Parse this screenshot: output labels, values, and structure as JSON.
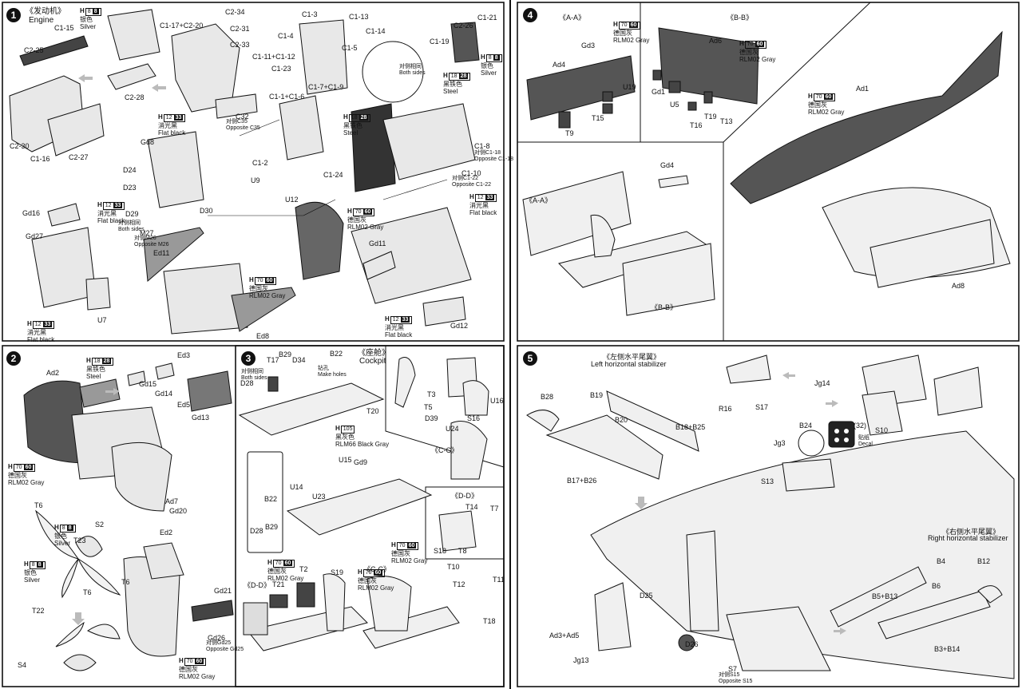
{
  "steps": [
    {
      "num": "1",
      "title_cn": "《发动机》",
      "title_en": "Engine"
    },
    {
      "num": "2"
    },
    {
      "num": "3",
      "title_cn": "《座舱》",
      "title_en": "Cockpit"
    },
    {
      "num": "4"
    },
    {
      "num": "5"
    }
  ],
  "sections": {
    "aa_1": "《A-A》",
    "bb_1": "《B-B》",
    "aa_2": "《A-A》",
    "bb_2": "《B-B》",
    "cc_1": "《C-C》",
    "dd_1": "《D-D》",
    "dd_2": "《D-D》",
    "cc_2": "《C-C》"
  },
  "stabilizers": {
    "left_cn": "《左侧水平尾翼》",
    "left_en": "Left horizontal stabilizer",
    "right_cn": "《右侧水平尾翼》",
    "right_en": "Right horizontal stabilizer"
  },
  "paints": {
    "silver": {
      "h": "H",
      "code": "8",
      "code2": "8",
      "cn": "银色",
      "en": "Silver"
    },
    "flat_black": {
      "h": "H",
      "code": "12",
      "code2": "33",
      "cn": "消光黑",
      "en": "Flat black"
    },
    "steel": {
      "h": "H",
      "code": "18",
      "code2": "28",
      "cn": "黑铁色",
      "en": "Steel"
    },
    "rlm02": {
      "h": "H",
      "code": "70",
      "code2": "60",
      "cn": "德国灰",
      "en": "RLM02 Gray"
    },
    "rlm66": {
      "h": "H",
      "code": "105",
      "code2": "",
      "cn": "黑灰色",
      "en": "RLM66 Black Gray"
    }
  },
  "notes": {
    "both_sides_cn": "对侧相同",
    "both_sides": "Both sides",
    "make_holes_cn": "钻孔",
    "make_holes": "Make holes",
    "decal_cn": "贴纸",
    "decal": "Decal",
    "opposite_c35": "Opposite C35",
    "opposite_c35_cn": "对侧C35",
    "opposite_c1_18": "Opposite C1-18",
    "opposite_c1_18_cn": "对侧C1-18",
    "opposite_c1_22": "Opposite C1-22",
    "opposite_c1_22_cn": "对侧C1-22",
    "opposite_m26": "Opposite M26",
    "opposite_m26_cn": "对侧M26",
    "opposite_gd25": "Opposite Gd25",
    "opposite_gd25_cn": "对侧Gd25",
    "opposite_s15": "Opposite S15",
    "opposite_s15_cn": "对侧S15"
  },
  "parts_1": [
    "C1-15",
    "C2-25",
    "C2-30",
    "C1-16",
    "C2-27",
    "C2-28",
    "C1-17+C2-20",
    "C2-34",
    "C2-31",
    "C2-33",
    "C1-3",
    "C1-13",
    "C1-4",
    "C1-14",
    "C1-11+C1-12",
    "C1-5",
    "C1-23",
    "C1-7+C1-9",
    "C1-19",
    "C2-26",
    "C1-21",
    "C1-1+C1-6",
    "C32",
    "C1-8",
    "C1-2",
    "C1-24",
    "C1-10",
    "U9",
    "U12",
    "Gd8",
    "D24",
    "D23",
    "D29",
    "M27",
    "D30",
    "Gd16",
    "Gd27",
    "Ed11",
    "U7",
    "Ed8",
    "Gd11",
    "Gd12"
  ],
  "parts_2": [
    "Ad2",
    "Ed3",
    "Gd15",
    "Gd14",
    "Ed5",
    "Gd13",
    "Ad7",
    "Gd20",
    "T6",
    "S2",
    "T23",
    "T6",
    "T6",
    "T22",
    "Ed2",
    "Gd21",
    "Gd26",
    "S4"
  ],
  "parts_3": [
    "T17",
    "B29",
    "D34",
    "B22",
    "D28",
    "T20",
    "T3",
    "U16",
    "T5",
    "D39",
    "S16",
    "U24",
    "U15",
    "Gd9",
    "U14",
    "U23",
    "B22",
    "D28",
    "B29",
    "T14",
    "T7",
    "S18",
    "T8",
    "T21",
    "T2",
    "S19",
    "T10",
    "T11",
    "T12",
    "T18"
  ],
  "parts_4": [
    "Gd3",
    "Ad4",
    "U19",
    "T15",
    "T9",
    "Ad6",
    "Gd1",
    "U5",
    "T19",
    "T16",
    "T13",
    "Ad1",
    "Gd4",
    "Ad8"
  ],
  "parts_5": [
    "B28",
    "B19",
    "B20",
    "B18+B25",
    "B17+B26",
    "R16",
    "S17",
    "Jg14",
    "B24",
    "S10",
    "(32)",
    "Jg3",
    "S13",
    "B4",
    "B12",
    "B5+B13",
    "B6",
    "D25",
    "Ad3+Ad5",
    "Jg13",
    "D26",
    "S7",
    "B3+B14"
  ]
}
